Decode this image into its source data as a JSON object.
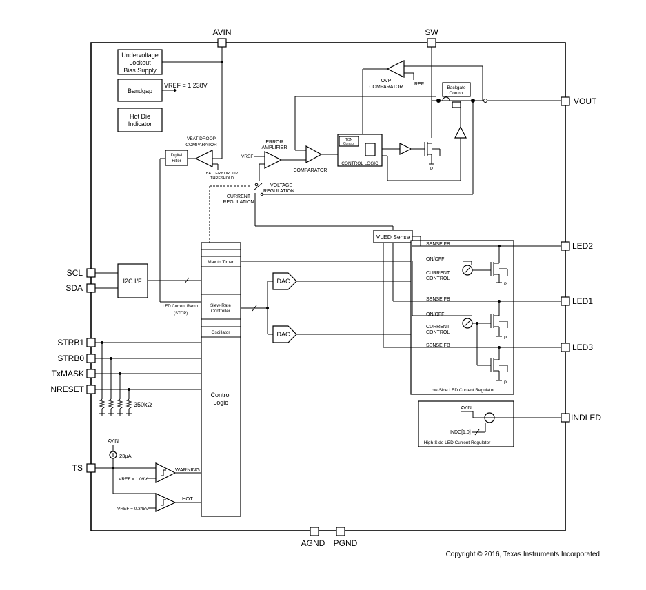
{
  "pins": {
    "avin": "AVIN",
    "sw": "SW",
    "vout": "VOUT",
    "led2": "LED2",
    "led1": "LED1",
    "led3": "LED3",
    "indled": "INDLED",
    "scl": "SCL",
    "sda": "SDA",
    "strb1": "STRB1",
    "strb0": "STRB0",
    "txmask": "TxMASK",
    "nreset": "NRESET",
    "ts": "TS",
    "agnd": "AGND",
    "pgnd": "PGND"
  },
  "blocks": {
    "uvlo_1": "Undervoltage",
    "uvlo_2": "Lockout",
    "uvlo_3": "Bias Supply",
    "bandgap": "Bandgap",
    "vref": "VREF = 1.238V",
    "hotdie_1": "Hot Die",
    "hotdie_2": "Indicator",
    "vbat_1": "VBAT DROOP",
    "vbat_2": "COMPARATOR",
    "battery_1": "BATTERY DROOP",
    "battery_2": "THRESHOLD",
    "digital_1": "Digital",
    "digital_2": "Filter",
    "error_1": "ERROR",
    "error_2": "AMPLIFIER",
    "vref_small": "VREF",
    "comparator": "COMPARATOR",
    "ovp_1": "OVP",
    "ovp_2": "COMPARATOR",
    "ref": "REF",
    "backgate_1": "Backgate",
    "backgate_2": "Control",
    "ton_1": "TON",
    "ton_2": "Control",
    "control_logic_small": "CONTROL LOGIC",
    "voltage_reg_1": "VOLTAGE",
    "voltage_reg_2": "REGULATION",
    "current_reg_1": "CURRENT",
    "current_reg_2": "REGULATION",
    "vled_sense": "VLED Sense",
    "i2c": "I2C I/F",
    "max_timer": "Max tn Timer",
    "slew_1": "Slew-Rate",
    "slew_2": "Controller",
    "oscillator": "Oscillator",
    "control_logic_1": "Control",
    "control_logic_2": "Logic",
    "led_ramp": "LED Current Ramp",
    "stop": "(STOP)",
    "dac": "DAC",
    "sense_fb": "SENSE FB",
    "on_off": "ON/OFF",
    "current_control_1": "CURRENT",
    "current_control_2": "CONTROL",
    "p": "P",
    "lowside": "Low-Side LED Current Regulator",
    "highside": "High-Side LED Current Regulator",
    "avin_small": "AVIN",
    "indc": "INDC[1:0]",
    "r350k": "350kΩ",
    "current_23": "23μA",
    "warning": "WARNING",
    "hot": "HOT",
    "vref_109": "VREF = 1.09V",
    "vref_0345": "VREF = 0.345V"
  },
  "footer": {
    "copyright": "Copyright © 2016, Texas Instruments Incorporated"
  }
}
